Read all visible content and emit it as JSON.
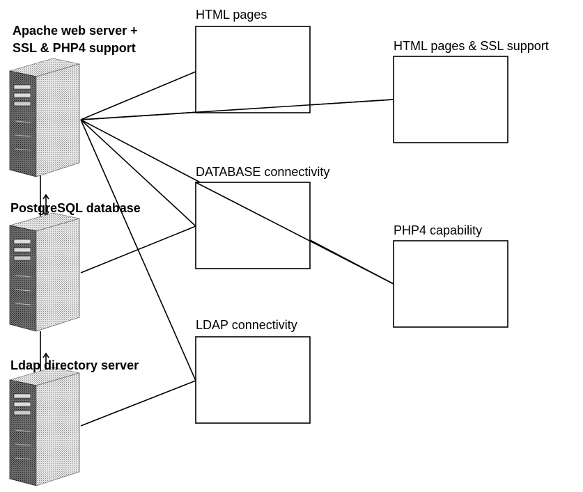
{
  "servers": {
    "apache": {
      "label_line1": "Apache web server +",
      "label_line2": "SSL & PHP4 support"
    },
    "postgres": {
      "label": "PostgreSQL database"
    },
    "ldap": {
      "label": "Ldap directory server"
    }
  },
  "boxes": {
    "html_pages": "HTML pages",
    "html_ssl": "HTML pages & SSL support",
    "database": "DATABASE connectivity",
    "php4": "PHP4 capability",
    "ldap": "LDAP connectivity"
  }
}
